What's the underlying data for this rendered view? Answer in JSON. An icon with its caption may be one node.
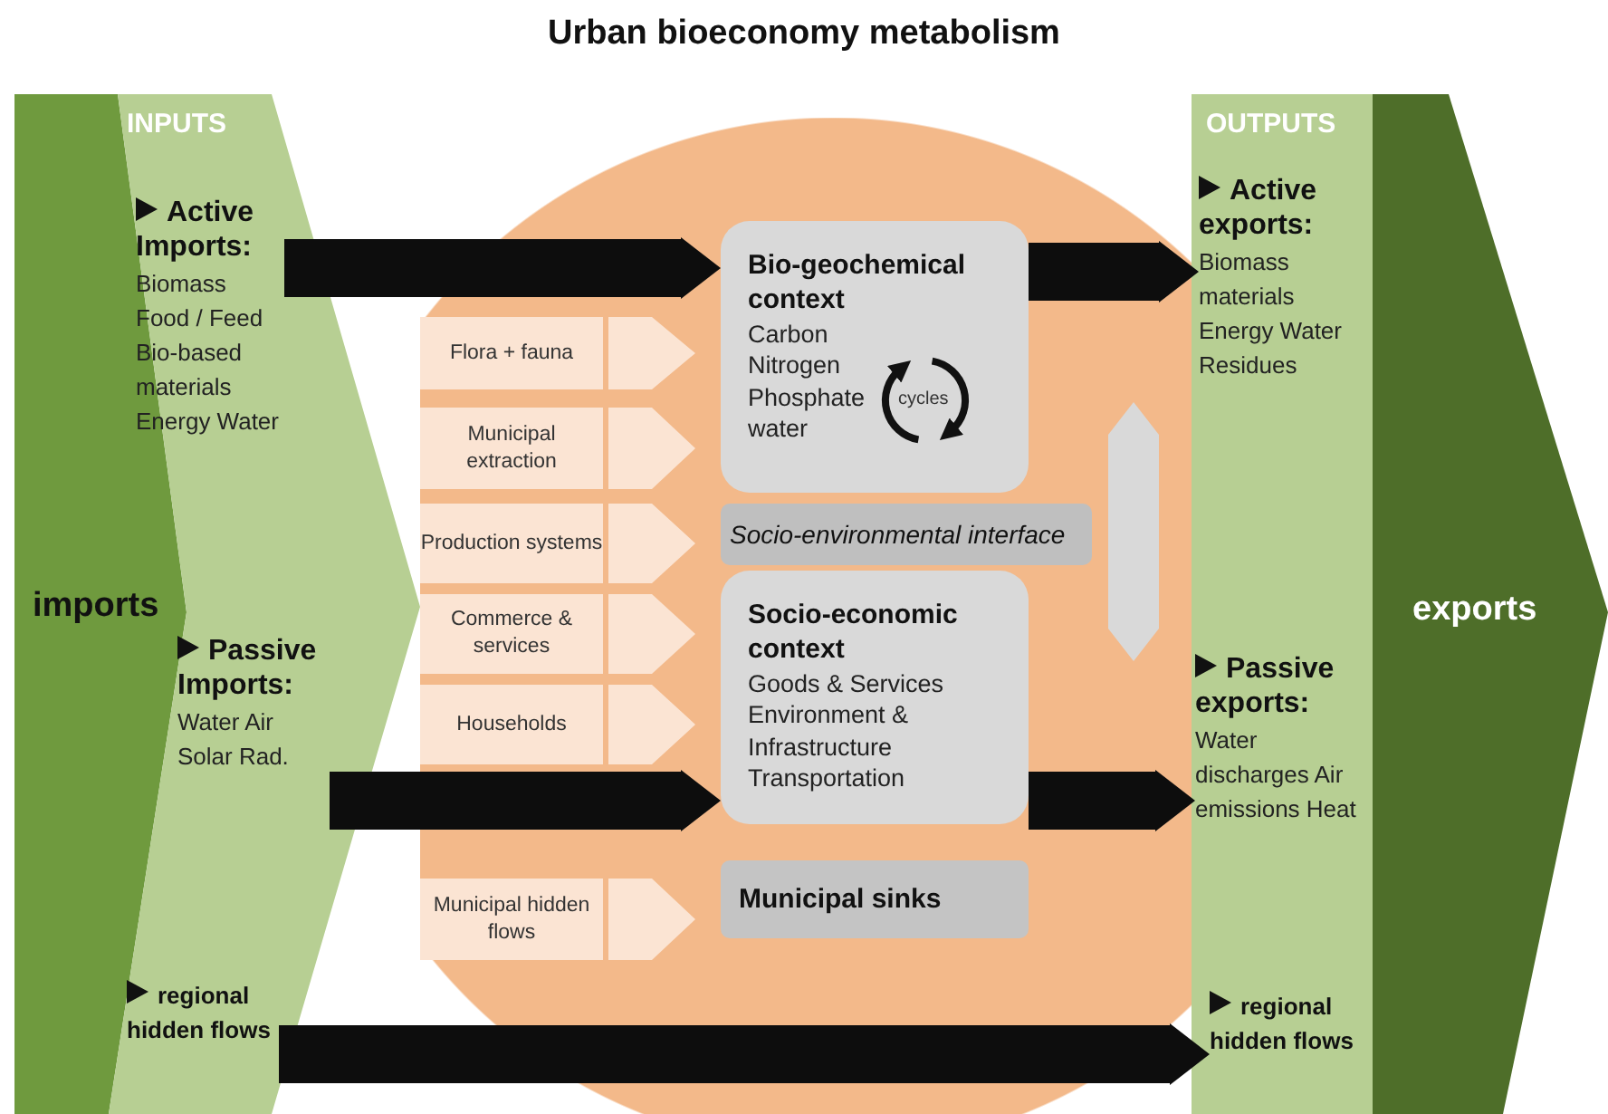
{
  "diagram": {
    "title": "Urban bioeconomy metabolism",
    "nodes": [
      {
        "text": [
          "imports"
        ]
      },
      {
        "text": [
          "INPUTS"
        ]
      },
      {
        "text": [
          "Active Imports:",
          "Biomass Food / Feed Bio-based materials Energy Water"
        ],
        "in": 1
      },
      {
        "text": [
          "Passive Imports:",
          "Water Air Solar Rad."
        ],
        "in": 1
      },
      {
        "text": [
          "regional hidden flows"
        ],
        "in": 1
      },
      {
        "text": [],
        "shape": "circle"
      },
      {
        "text": [
          "Flora + fauna"
        ],
        "in": 5
      },
      {
        "text": [
          "Municipal extraction"
        ],
        "in": 5
      },
      {
        "text": [
          "Production systems"
        ],
        "in": 5
      },
      {
        "text": [
          "Commerce & services"
        ],
        "in": 5
      },
      {
        "text": [
          "Households"
        ],
        "in": 5
      },
      {
        "text": [
          "Municipal hidden flows"
        ],
        "in": 5
      },
      {
        "text": [
          "Bio-geochemical context",
          "Carbon Nitrogen Phosphate water"
        ],
        "in": 5
      },
      {
        "text": [
          "cycles"
        ],
        "in": 12
      },
      {
        "text": [
          "Socio-environmental interface"
        ],
        "in": 5
      },
      {
        "text": [
          "Socio-economic context",
          "Goods & Services Environment & Infrastructure Transportation"
        ],
        "in": 5
      },
      {
        "text": [
          "Municipal sinks"
        ],
        "in": 5
      },
      {
        "text": [
          "OUTPUTS"
        ]
      },
      {
        "text": [
          "Active exports:",
          "Biomass materials Energy Water Residues"
        ],
        "in": 17
      },
      {
        "text": [
          "Passive exports:",
          "Water discharges Air emissions Heat"
        ],
        "in": 17
      },
      {
        "text": [
          "regional hidden flows"
        ],
        "in": 17
      },
      {
        "text": [
          "exports"
        ]
      }
    ],
    "edges": [
      {
        "from": 2,
        "to": 12,
        "arrow": "to"
      },
      {
        "from": 12,
        "to": 18,
        "arrow": "to"
      },
      {
        "from": 3,
        "to": 15,
        "arrow": "to"
      },
      {
        "from": 15,
        "to": 19,
        "arrow": "to"
      },
      {
        "from": 4,
        "to": 20,
        "arrow": "to"
      },
      {
        "from": 12,
        "to": 15,
        "arrow": "both",
        "color": "#d9d9d9"
      }
    ]
  }
}
